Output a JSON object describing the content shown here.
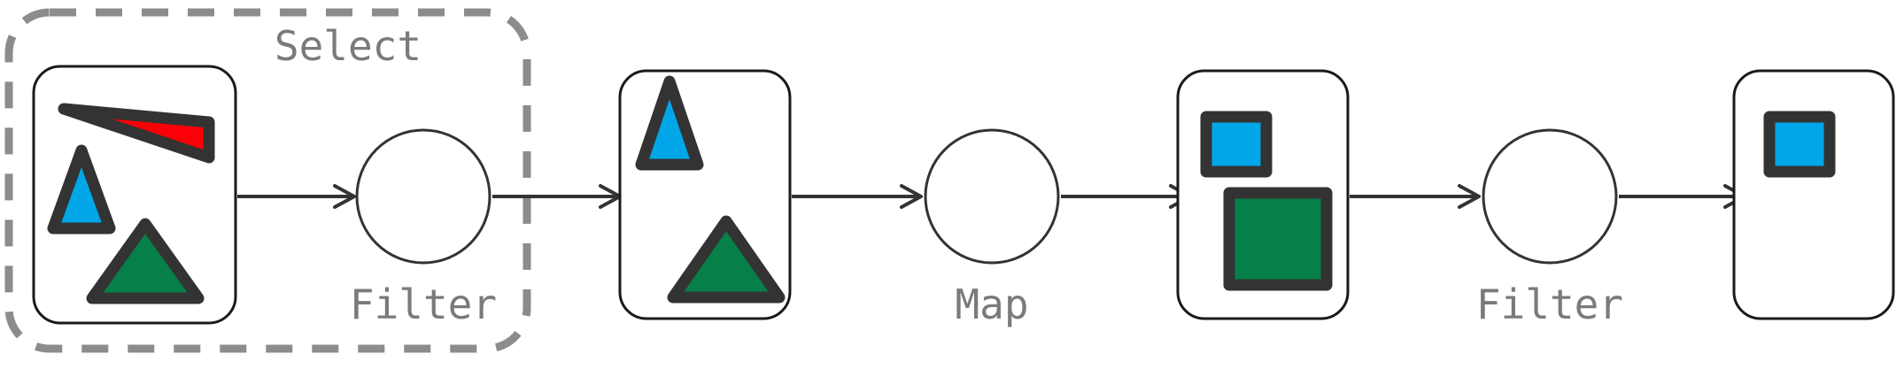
{
  "diagram": {
    "title": "Select / Filter / Map pipeline",
    "type": "dataflow-pipeline",
    "group": {
      "label": "Select",
      "style": "dashed",
      "color": "#8c8c8c"
    },
    "operators": [
      {
        "id": "op-filter-1",
        "label": "Filter",
        "shape": "circle"
      },
      {
        "id": "op-map",
        "label": "Map",
        "shape": "circle"
      },
      {
        "id": "op-filter-2",
        "label": "Filter",
        "shape": "circle"
      }
    ],
    "collections": [
      {
        "id": "collection-1",
        "items": [
          {
            "kind": "triangle-red",
            "color": "#fb0007",
            "name": "red-triangle"
          },
          {
            "kind": "triangle-blue",
            "color": "#00a6e8",
            "name": "blue-triangle"
          },
          {
            "kind": "triangle-green",
            "color": "#068048",
            "name": "green-triangle"
          }
        ]
      },
      {
        "id": "collection-2",
        "items": [
          {
            "kind": "triangle-blue",
            "color": "#00a6e8",
            "name": "blue-triangle"
          },
          {
            "kind": "triangle-green",
            "color": "#068048",
            "name": "green-triangle"
          }
        ]
      },
      {
        "id": "collection-3",
        "items": [
          {
            "kind": "square-blue-small",
            "color": "#00a6e8",
            "name": "blue-square"
          },
          {
            "kind": "square-green-large",
            "color": "#068048",
            "name": "green-square"
          }
        ]
      },
      {
        "id": "collection-4",
        "items": [
          {
            "kind": "square-blue-small",
            "color": "#00a6e8",
            "name": "blue-square"
          }
        ]
      }
    ],
    "arrows": [
      {
        "id": "arrow-1",
        "from": "collection-1",
        "to": "op-filter-1"
      },
      {
        "id": "arrow-2",
        "from": "op-filter-1",
        "to": "collection-2"
      },
      {
        "id": "arrow-3",
        "from": "collection-2",
        "to": "op-map"
      },
      {
        "id": "arrow-4",
        "from": "op-map",
        "to": "collection-3"
      },
      {
        "id": "arrow-5",
        "from": "collection-3",
        "to": "op-filter-2"
      },
      {
        "id": "arrow-6",
        "from": "op-filter-2",
        "to": "collection-4"
      }
    ],
    "colors": {
      "stroke_dark": "#333333",
      "stroke_box": "#1a1a1a",
      "dashed": "#8c8c8c",
      "label_text": "#7a7a7a",
      "red": "#fb0007",
      "blue": "#00a6e8",
      "green": "#068048",
      "background": "#ffffff"
    }
  }
}
